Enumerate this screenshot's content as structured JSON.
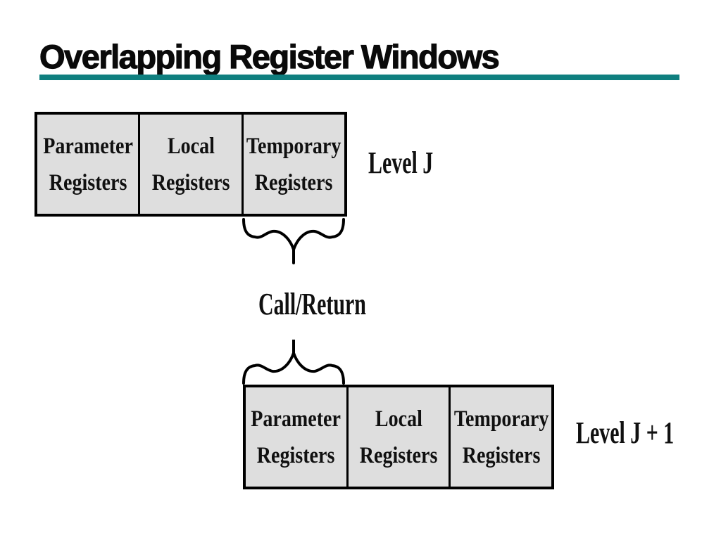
{
  "slide": {
    "title": "Overlapping Register Windows",
    "background": "#ffffff",
    "colors": {
      "accent_bar": "#0f7f7f",
      "register_box_fill": "#dedede",
      "line": "#000000",
      "text": "#0a0a0a"
    }
  },
  "diagram": {
    "levels": [
      {
        "label": "Level J",
        "registers": [
          {
            "line1": "Parameter",
            "line2": "Registers"
          },
          {
            "line1": "Local",
            "line2": "Registers"
          },
          {
            "line1": "Temporary",
            "line2": "Registers"
          }
        ]
      },
      {
        "label": "Level J + 1",
        "registers": [
          {
            "line1": "Parameter",
            "line2": "Registers"
          },
          {
            "line1": "Local",
            "line2": "Registers"
          },
          {
            "line1": "Temporary",
            "line2": "Registers"
          }
        ]
      }
    ],
    "connector": {
      "label": "Call/Return"
    }
  }
}
